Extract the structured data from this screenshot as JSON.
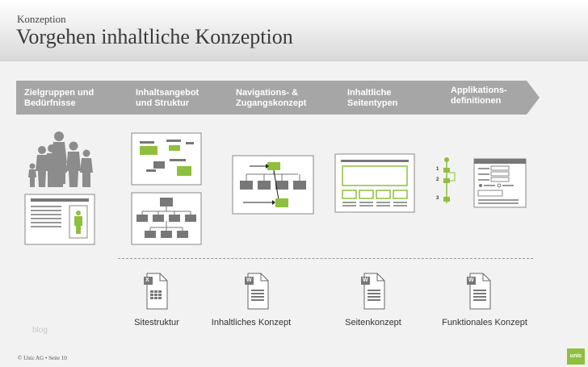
{
  "header": {
    "kicker": "Konzeption",
    "title": "Vorgehen inhaltliche Konzeption"
  },
  "steps": [
    {
      "label": "Zielgruppen und\nBedürfnisse"
    },
    {
      "label": "Inhaltsangebot\nund Struktur"
    },
    {
      "label": "Navigations- &\nZugangskonzept"
    },
    {
      "label": "Inhaltliche\nSeitentypen"
    },
    {
      "label": "Applikations-\ndefinitionen"
    }
  ],
  "flow_numbers": [
    "1",
    "2",
    "3"
  ],
  "deliverables": [
    {
      "label": "Sitestruktur",
      "icon": "spreadsheet-doc-icon",
      "badge": "X"
    },
    {
      "label": "Inhaltliches Konzept",
      "icon": "word-doc-icon",
      "badge": "W"
    },
    {
      "label": "Seitenkonzept",
      "icon": "word-doc-icon",
      "badge": "W"
    },
    {
      "label": "Funktionales Konzept",
      "icon": "word-doc-icon",
      "badge": "W"
    }
  ],
  "watermark": "blog",
  "footer": {
    "copyright": "© Unic AG • Seite 10"
  },
  "logo": {
    "text": "unic"
  },
  "colors": {
    "accent": "#8fbf3f",
    "arrow_gray": "#a6a6a6",
    "text_dark": "#3a3a3a"
  }
}
